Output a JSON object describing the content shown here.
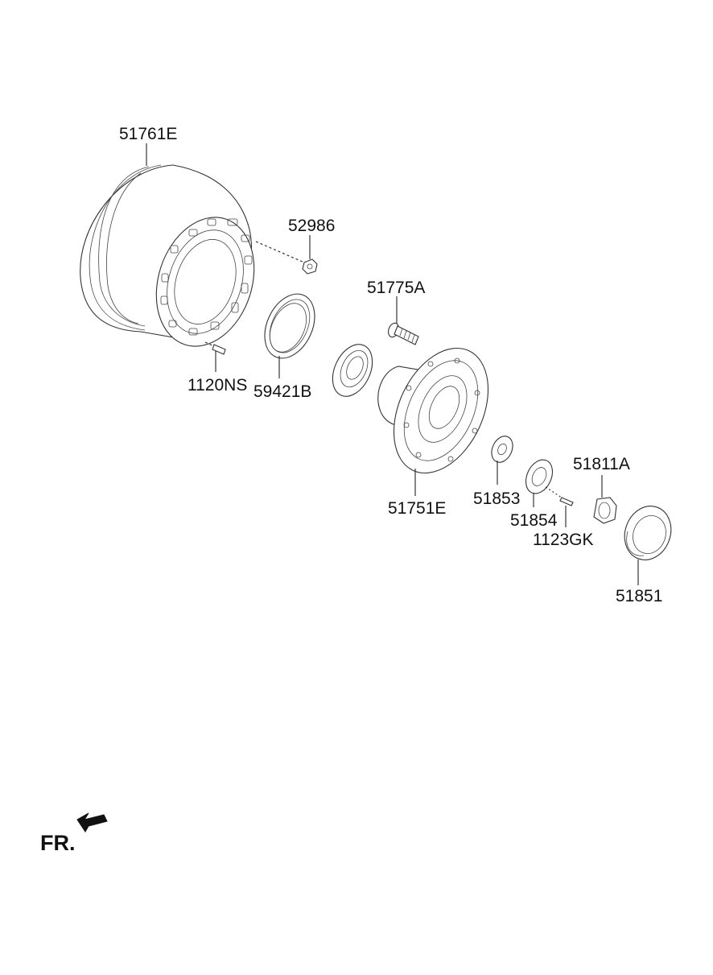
{
  "parts": [
    {
      "id": "p1",
      "label": "51761E",
      "name": "brake-drum"
    },
    {
      "id": "p2",
      "label": "52986",
      "name": "hub-nut"
    },
    {
      "id": "p3",
      "label": "51775A",
      "name": "wheel-bolt"
    },
    {
      "id": "p4",
      "label": "1120NS",
      "name": "drum-screw"
    },
    {
      "id": "p5",
      "label": "59421B",
      "name": "oil-seal"
    },
    {
      "id": "p6",
      "label": "51751E",
      "name": "wheel-hub"
    },
    {
      "id": "p7",
      "label": "51853",
      "name": "washer"
    },
    {
      "id": "p8",
      "label": "51811A",
      "name": "lock-nut"
    },
    {
      "id": "p9",
      "label": "51854",
      "name": "lock-plate"
    },
    {
      "id": "p10",
      "label": "1123GK",
      "name": "lock-screw"
    },
    {
      "id": "p11",
      "label": "51851",
      "name": "hub-cap"
    }
  ],
  "front_indicator": {
    "label": "FR."
  }
}
